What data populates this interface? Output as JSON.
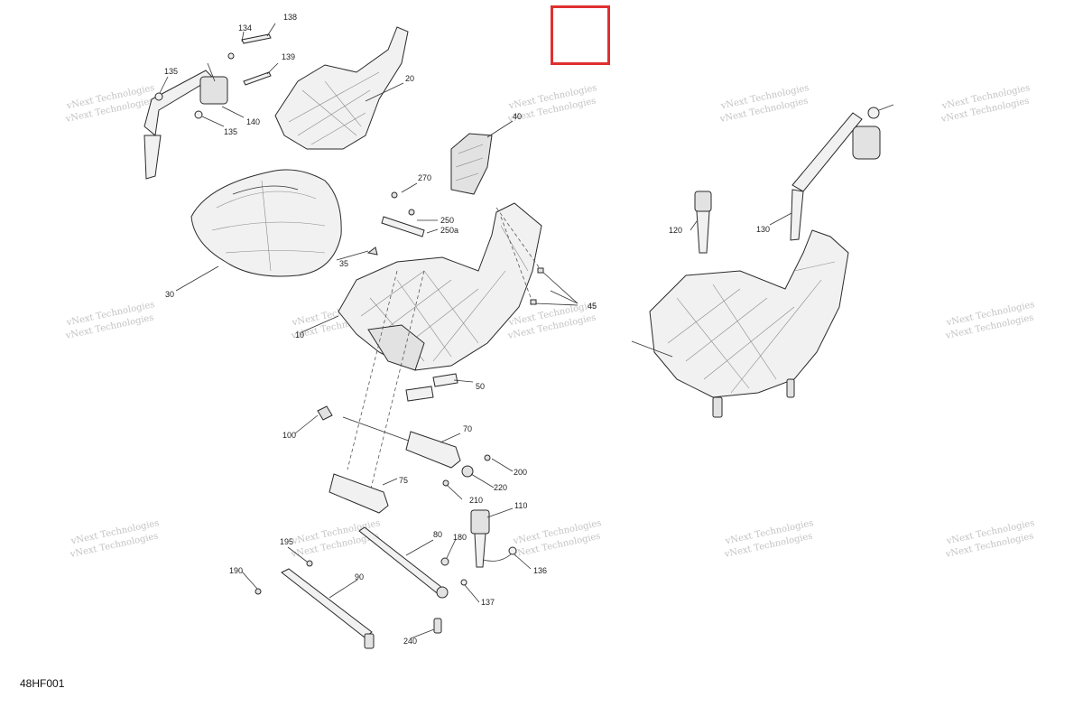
{
  "drawing_code": "48HF001",
  "watermark": "vNext Technologies",
  "callouts": [
    "134",
    "138",
    "135",
    "139",
    "140",
    "135",
    "20",
    "40",
    "270",
    "250",
    "250a",
    "35",
    "30",
    "10",
    "45",
    "120",
    "130",
    "50",
    "100",
    "70",
    "200",
    "220",
    "75",
    "210",
    "110",
    "80",
    "195",
    "180",
    "136",
    "190",
    "90",
    "137",
    "240"
  ],
  "highlight": {
    "color": "#e03030"
  }
}
